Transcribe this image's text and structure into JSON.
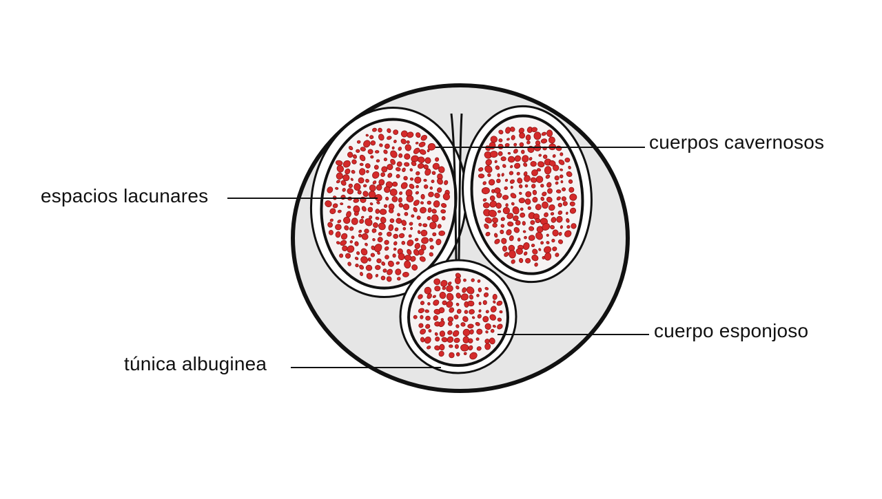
{
  "labels": {
    "cuerpos_cavernosos": "cuerpos cavernosos",
    "espacios_lacunares": "espacios lacunares",
    "cuerpo_esponjoso": "cuerpo esponjoso",
    "tunica_albuginea": "túnica albuginea"
  },
  "colors": {
    "outline": "#111111",
    "skin_fill": "#e6e6e6",
    "sheath_fill": "#ffffff",
    "tissue_fill": "#f6f3f3",
    "lacuna_red": "#d42a2a",
    "lacuna_dark": "#8f1414"
  }
}
